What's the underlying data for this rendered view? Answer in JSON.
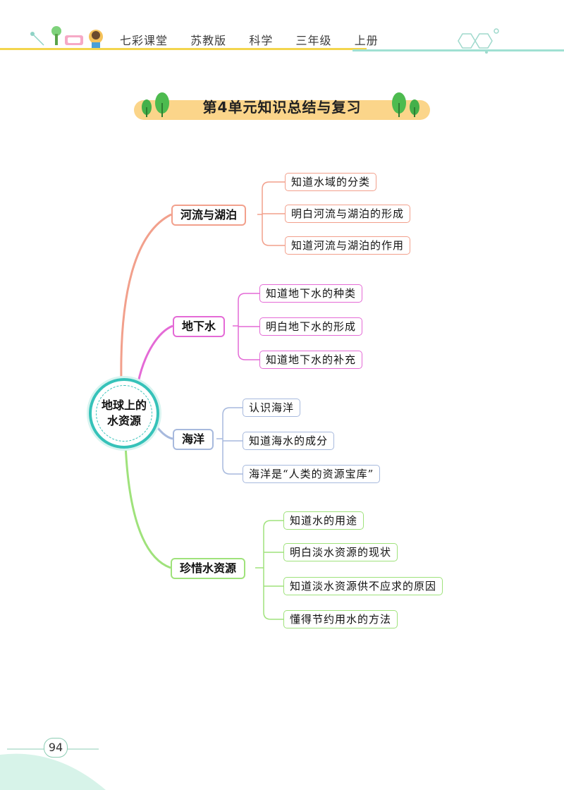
{
  "header": {
    "title": "七彩课堂  苏教版  科学  三年级  上册"
  },
  "banner": {
    "title": "第4单元知识总结与复习"
  },
  "mindmap": {
    "center": {
      "line1": "地球上的",
      "line2": "水资源"
    },
    "branches": [
      {
        "label": "河流与湖泊",
        "color": "#f2a08c",
        "leaves": [
          "知道水域的分类",
          "明白河流与湖泊的形成",
          "知道河流与湖泊的作用"
        ]
      },
      {
        "label": "地下水",
        "color": "#e46ad6",
        "leaves": [
          "知道地下水的种类",
          "明白地下水的形成",
          "知道地下水的补充"
        ]
      },
      {
        "label": "海洋",
        "color": "#a7b9dd",
        "leaves": [
          "认识海洋",
          "知道海水的成分",
          "海洋是“人类的资源宝库”"
        ]
      },
      {
        "label": "珍惜水资源",
        "color": "#9fe27b",
        "leaves": [
          "知道水的用途",
          "明白淡水资源的现状",
          "知道淡水资源供不应求的原因",
          "懂得节约用水的方法"
        ]
      }
    ]
  },
  "footer": {
    "page_number": "94"
  }
}
